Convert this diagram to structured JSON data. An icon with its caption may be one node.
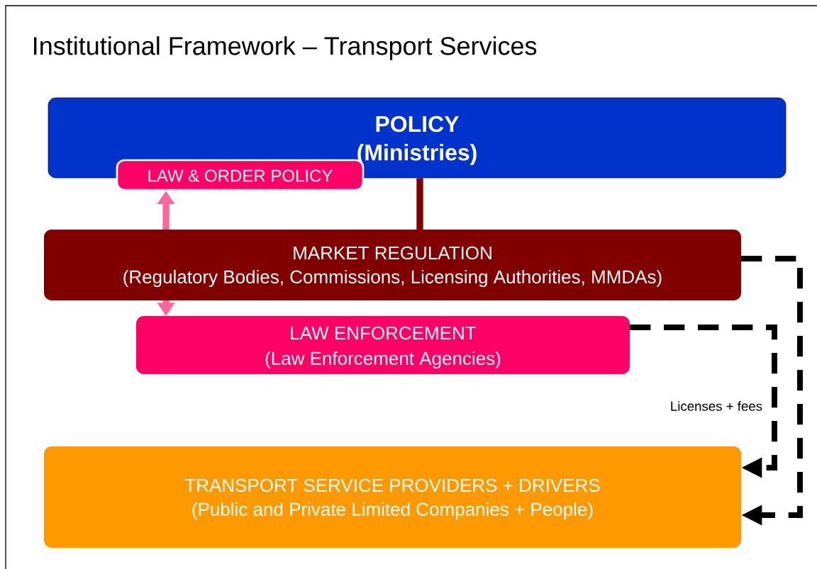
{
  "diagram": {
    "title": "Institutional Framework – Transport Services",
    "nodes": [
      {
        "text": [
          "POLICY",
          "(Ministries)"
        ]
      },
      {
        "text": [
          "LAW & ORDER POLICY"
        ]
      },
      {
        "text": [
          "MARKET REGULATION",
          "(Regulatory Bodies, Commissions, Licensing Authorities, MMDAs)"
        ]
      },
      {
        "text": [
          "LAW ENFORCEMENT",
          "(Law Enforcement Agencies)"
        ]
      },
      {
        "text": [
          "TRANSPORT SERVICE PROVIDERS + DRIVERS",
          "(Public and Private Limited Companies + People)"
        ]
      }
    ],
    "edges": [
      {
        "from": 0,
        "to": 2,
        "arrow": "none",
        "color": "#800000"
      },
      {
        "from": 2,
        "to": 1,
        "arrow": "to",
        "color": "#ff6699"
      },
      {
        "from": 2,
        "to": 3,
        "arrow": "to",
        "color": "#ff6699"
      },
      {
        "from": 2,
        "to": 4,
        "arrow": "to",
        "style": "dashed",
        "color": "#000000"
      },
      {
        "from": 3,
        "to": 4,
        "arrow": "to",
        "style": "dashed",
        "color": "#000000",
        "label": "Licenses + fees"
      }
    ]
  }
}
